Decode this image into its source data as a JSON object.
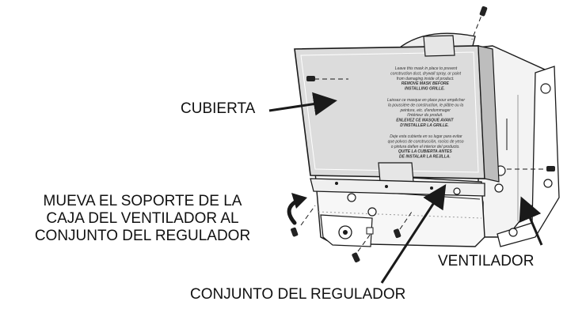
{
  "labels": {
    "cubierta": "CUBIERTA",
    "mueva_lines": [
      "MUEVA EL SOPORTE DE LA",
      "CAJA DEL VENTILADOR AL",
      "CONJUNTO DEL REGULADOR"
    ],
    "ventilador": "VENTILADOR",
    "conjunto_regulador": "CONJUNTO DEL REGULADOR"
  },
  "cover_text": {
    "english": [
      "Leave this mask in place to prevent",
      "construction dust, drywall spray, or paint",
      "from damaging inside of product.",
      "REMOVE MASK BEFORE",
      "INSTALLING GRILLE."
    ],
    "french": [
      "Laissez ce masque en place pour empêcher",
      "la poussière de construction, le plâtre ou la",
      "peinture, etc. d'endommager",
      "l'intérieur du produit.",
      "ENLEVEZ CE MASQUE AVANT",
      "D'INSTALLER LA GRILLE."
    ],
    "spanish": [
      "Deje esta cubierta en su lugar para evitar",
      "que polvos de construcción, rocíos de yeso",
      "o pintura dañen el interior del producto.",
      "QUITE LA CUBIERTA ANTES",
      "DE INSTALAR LA REJILLA."
    ]
  },
  "colors": {
    "line": "#1a1a1a",
    "cover_fill": "#dcdcdc",
    "body_fill": "#f2f2f2",
    "shadow": "#9a9a9a"
  }
}
